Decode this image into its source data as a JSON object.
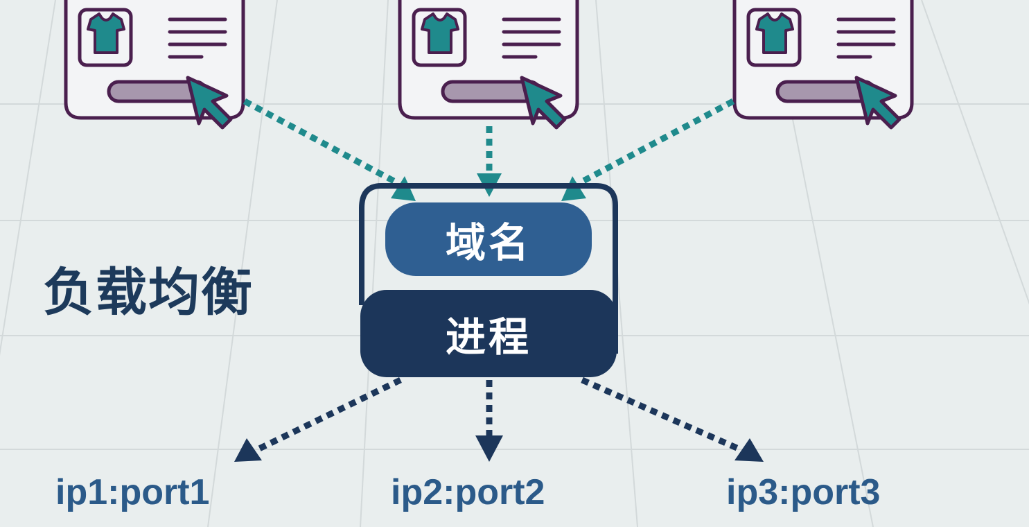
{
  "diagram": {
    "title": "负载均衡",
    "server": {
      "domain_label": "域名",
      "process_label": "进程"
    },
    "clients": [
      {
        "icon": "product-card-icon"
      },
      {
        "icon": "product-card-icon"
      },
      {
        "icon": "product-card-icon"
      }
    ],
    "targets": [
      "ip1:port1",
      "ip2:port2",
      "ip3:port3"
    ],
    "colors": {
      "background": "#e9eeee",
      "grid": "#d3d9da",
      "card_border": "#4a1f4e",
      "teal": "#1f8a8c",
      "bar": "#a797ad",
      "domain_fill": "#2f5f92",
      "process_fill": "#1c365a",
      "target_text": "#2b5a89",
      "title_text": "#1d3a5b"
    }
  }
}
